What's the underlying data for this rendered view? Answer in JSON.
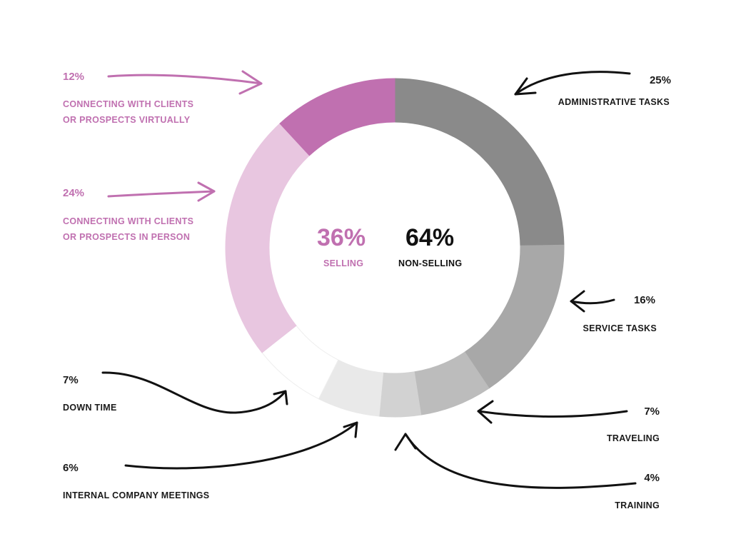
{
  "chart_data": {
    "type": "pie",
    "donut": true,
    "slices": [
      {
        "label": "ADMINISTRATIVE TASKS",
        "value": 25,
        "display": "25%",
        "color": "#8a8a8a",
        "group": "non-selling"
      },
      {
        "label": "SERVICE TASKS",
        "value": 16,
        "display": "16%",
        "color": "#a8a8a8",
        "group": "non-selling"
      },
      {
        "label": "TRAVELING",
        "value": 7,
        "display": "7%",
        "color": "#bcbcbc",
        "group": "non-selling"
      },
      {
        "label": "TRAINING",
        "value": 4,
        "display": "4%",
        "color": "#d2d2d2",
        "group": "non-selling"
      },
      {
        "label": "INTERNAL COMPANY MEETINGS",
        "value": 6,
        "display": "6%",
        "color": "#e9e9e9",
        "group": "non-selling"
      },
      {
        "label": "DOWN TIME",
        "value": 7,
        "display": "7%",
        "color": "#ffffff",
        "group": "non-selling"
      },
      {
        "label": "CONNECTING WITH CLIENTS OR PROSPECTS IN PERSON",
        "value": 24,
        "display": "24%",
        "color": "#e8c6e0",
        "group": "selling"
      },
      {
        "label": "CONNECTING WITH CLIENTS OR PROSPECTS VIRTUALLY",
        "value": 12,
        "display": "12%",
        "color": "#c070b0",
        "group": "selling"
      }
    ],
    "center": {
      "selling_value": "36%",
      "selling_label": "SELLING",
      "nonselling_value": "64%",
      "nonselling_label": "NON-SELLING"
    },
    "text": {
      "virtual_line1": "CONNECTING WITH CLIENTS",
      "virtual_line2": "OR PROSPECTS VIRTUALLY",
      "inperson_line1": "CONNECTING WITH CLIENTS",
      "inperson_line2": "OR PROSPECTS IN PERSON"
    },
    "colors": {
      "pink_text": "#c070b0",
      "dark_text": "#1a1a1a",
      "arrow_black": "#111111",
      "arrow_pink": "#c070b0"
    }
  }
}
